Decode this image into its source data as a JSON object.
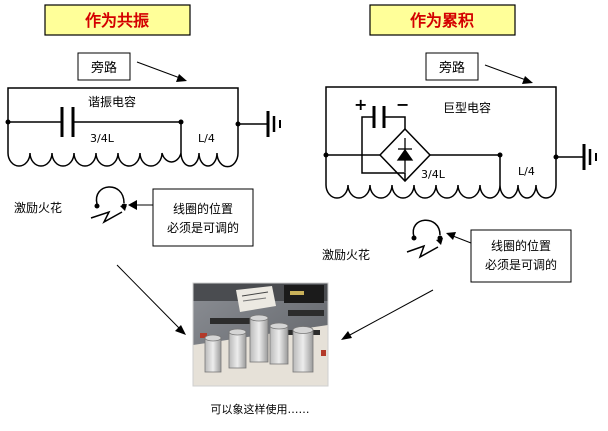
{
  "left_panel": {
    "title": "作为共振",
    "bypass": "旁路",
    "capacitor": "谐振电容",
    "coil_major": "3/4L",
    "coil_minor": "L/4",
    "spark": "激励火花",
    "note_line1": "线圈的位置",
    "note_line2": "必须是可调的"
  },
  "right_panel": {
    "title": "作为累积",
    "bypass": "旁路",
    "capacitor": "巨型电容",
    "coil_major": "3/4L",
    "coil_minor": "L/4",
    "spark": "激励火花",
    "note_line1": "线圈的位置",
    "note_line2": "必须是可调的",
    "plus": "+",
    "minus": "−"
  },
  "photo": {
    "caption": "可以象这样使用……"
  },
  "colors": {
    "title_bg": "#ffff99",
    "title_text": "#d40000",
    "line": "#000000"
  }
}
